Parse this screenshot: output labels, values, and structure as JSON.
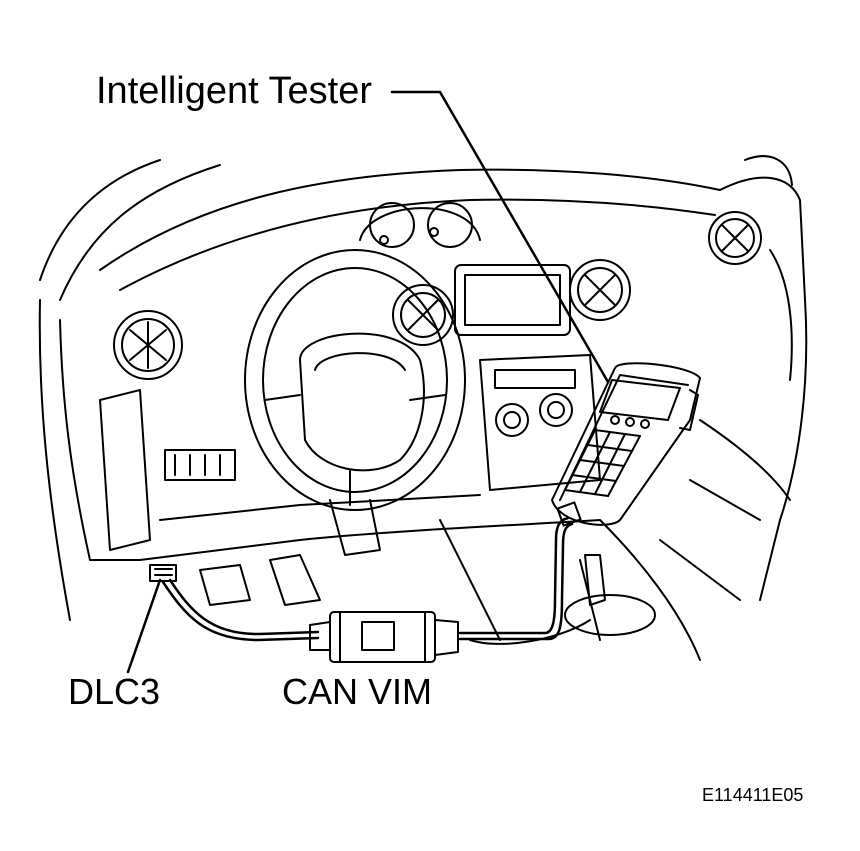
{
  "labels": {
    "tester": "Intelligent Tester",
    "dlc3": "DLC3",
    "can_vim": "CAN VIM",
    "figure_code": "E114411E05"
  },
  "colors": {
    "ink": "#000000",
    "paper": "#ffffff"
  }
}
